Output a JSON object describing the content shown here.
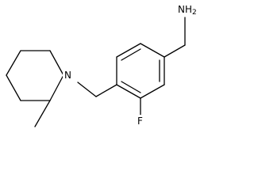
{
  "structure": {
    "labels": {
      "amine": "NH",
      "amine_subscript": "2",
      "ring_nitrogen": "N",
      "fluorine": "F"
    }
  }
}
